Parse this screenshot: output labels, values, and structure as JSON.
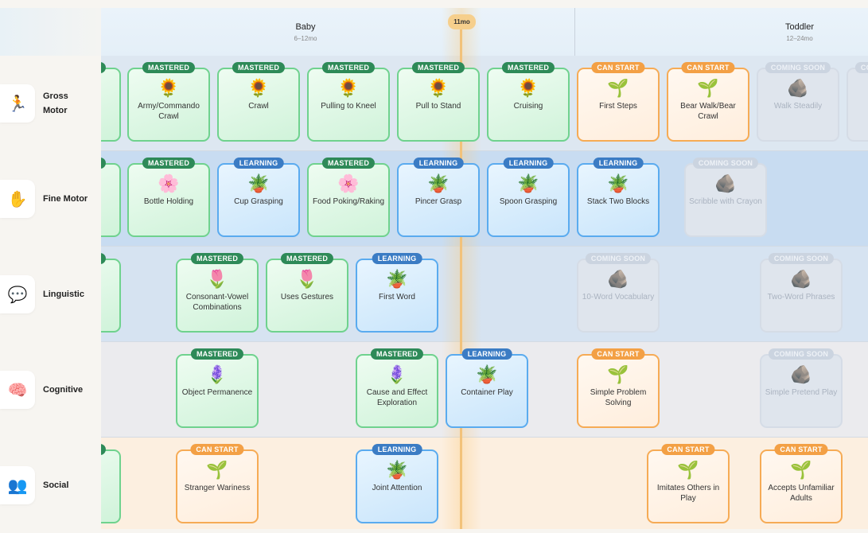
{
  "stages": [
    {
      "title": "Baby",
      "range": "6–12mo"
    },
    {
      "title": "Toddler",
      "range": "12–24mo"
    }
  ],
  "current_age": "11mo",
  "status_labels": {
    "mastered": "MASTERED",
    "learning": "LEARNING",
    "canstart": "CAN START",
    "soon": "COMING SOON"
  },
  "rows": [
    {
      "label": "Gross Motor",
      "icon": "🏃",
      "bg": "#dde7f1",
      "cards": [
        {
          "status": "mastered",
          "icon": "",
          "title": ""
        },
        {
          "status": "mastered",
          "icon": "🌻",
          "title": "Army/Commando Crawl"
        },
        {
          "status": "mastered",
          "icon": "🌻",
          "title": "Crawl"
        },
        {
          "status": "mastered",
          "icon": "🌻",
          "title": "Pulling to Kneel"
        },
        {
          "status": "mastered",
          "icon": "🌻",
          "title": "Pull to Stand"
        },
        {
          "status": "mastered",
          "icon": "🌻",
          "title": "Cruising"
        },
        {
          "status": "canstart",
          "icon": "🌱",
          "title": "First Steps"
        },
        {
          "status": "canstart",
          "icon": "🌱",
          "title": "Bear Walk/Bear Crawl"
        },
        {
          "status": "soon",
          "icon": "🪨",
          "title": "Walk Steadily"
        },
        {
          "status": "soon",
          "icon": "",
          "title": ""
        }
      ]
    },
    {
      "label": "Fine Motor",
      "icon": "✋",
      "bg": "#c8dcf1",
      "cards": [
        {
          "status": "mastered",
          "icon": "",
          "title": ""
        },
        {
          "status": "mastered",
          "icon": "🌸",
          "title": "Bottle Holding"
        },
        {
          "status": "learning",
          "icon": "🪴",
          "title": "Cup Grasping"
        },
        {
          "status": "mastered",
          "icon": "🌸",
          "title": "Food Poking/Raking"
        },
        {
          "status": "learning",
          "icon": "🪴",
          "title": "Pincer Grasp"
        },
        {
          "status": "learning",
          "icon": "🪴",
          "title": "Spoon Grasping"
        },
        {
          "status": "learning",
          "icon": "🪴",
          "title": "Stack Two Blocks"
        },
        {
          "status": "soon",
          "icon": "🪨",
          "title": "Scribble with Crayon"
        }
      ]
    },
    {
      "label": "Linguistic",
      "icon": "💬",
      "bg": "#d6e3f1",
      "cards": [
        {
          "status": "mastered",
          "icon": "",
          "title": ""
        },
        {
          "status": "mastered",
          "icon": "🌷",
          "title": "Consonant-Vowel Combinations"
        },
        {
          "status": "mastered",
          "icon": "🌷",
          "title": "Uses Gestures"
        },
        {
          "status": "learning",
          "icon": "🪴",
          "title": "First Word"
        },
        {
          "status": "soon",
          "icon": "🪨",
          "title": "10-Word Vocabulary"
        },
        {
          "status": "soon",
          "icon": "🪨",
          "title": "Two-Word Phrases"
        }
      ]
    },
    {
      "label": "Cognitive",
      "icon": "🧠",
      "bg": "#ebebee",
      "cards": [
        {
          "status": "mastered",
          "icon": "🪻",
          "title": "Object Permanence"
        },
        {
          "status": "mastered",
          "icon": "🪻",
          "title": "Cause and Effect Exploration"
        },
        {
          "status": "learning",
          "icon": "🪴",
          "title": "Container Play"
        },
        {
          "status": "canstart",
          "icon": "🌱",
          "title": "Simple Problem Solving"
        },
        {
          "status": "soon",
          "icon": "🪨",
          "title": "Simple Pretend Play"
        }
      ]
    },
    {
      "label": "Social",
      "icon": "👥",
      "bg": "#fcefe0",
      "cards": [
        {
          "status": "mastered",
          "icon": "",
          "title": ""
        },
        {
          "status": "canstart",
          "icon": "🌱",
          "title": "Stranger Wariness"
        },
        {
          "status": "learning",
          "icon": "🪴",
          "title": "Joint Attention"
        },
        {
          "status": "canstart",
          "icon": "🌱",
          "title": "Imitates Others in Play"
        },
        {
          "status": "canstart",
          "icon": "🌱",
          "title": "Accepts Unfamiliar Adults"
        }
      ]
    }
  ]
}
